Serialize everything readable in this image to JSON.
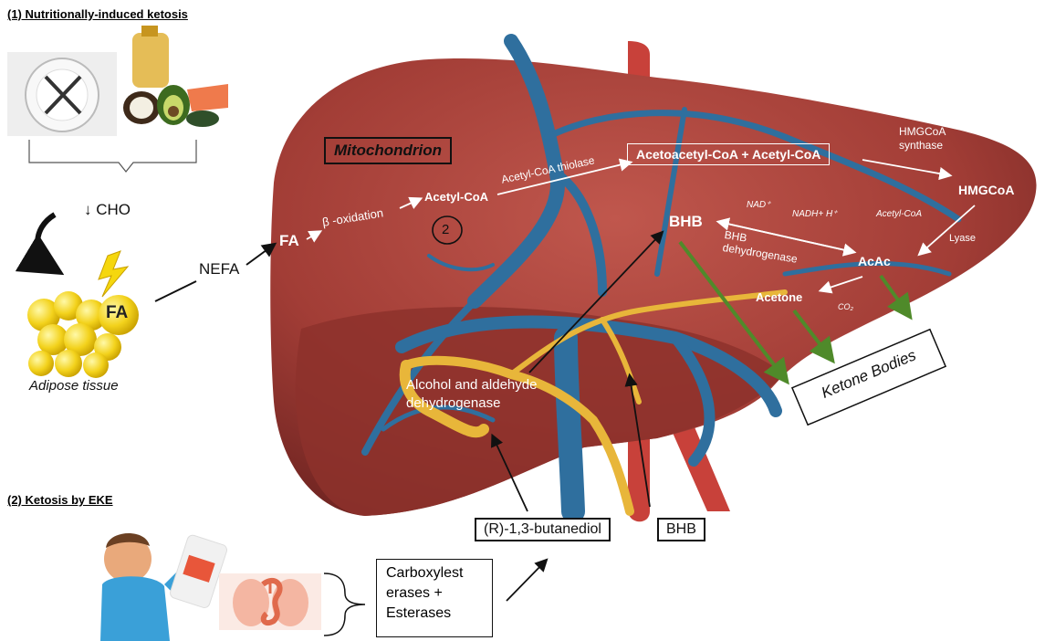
{
  "sections": {
    "nutritional_title": "(1) Nutritionally-induced ketosis",
    "eke_title": "(2) Ketosis by EKE"
  },
  "left": {
    "cho_label": "↓ CHO",
    "fa_label": "FA",
    "adipose_label": "Adipose tissue",
    "nefa_label": "NEFA"
  },
  "liver": {
    "mitochondrion": "Mitochondrion",
    "fa": "FA",
    "beta_oxidation": "β -oxidation",
    "acetyl_coa": "Acetyl-CoA",
    "marker_2": "2",
    "thiolase": "Acetyl-CoA thiolase",
    "acetoacetyl_box": "Acetoacetyl-CoA + Acetyl-CoA",
    "hmgcoa_synthase_1": "HMGCoA",
    "hmgcoa_synthase_2": "synthase",
    "hmgcoa": "HMGCoA",
    "acetyl_coa_small": "Acetyl-CoA",
    "lyase": "Lyase",
    "nad": "NAD⁺",
    "nadh": "NADH+ H⁺",
    "bhb": "BHB",
    "bhb_dh_1": "BHB",
    "bhb_dh_2": "dehydrogenase",
    "acac": "AcAc",
    "acetone": "Acetone",
    "co2": "CO₂",
    "alcohol_1": "Alcohol and aldehyde",
    "alcohol_2": "dehydrogenase"
  },
  "ketone_bodies": "Ketone Bodies",
  "bottom": {
    "butanediol": "(R)-1,3-butanediol",
    "bhb": "BHB",
    "carboxyl_1": "Carboxylest",
    "carboxyl_2": "erases +",
    "carboxyl_3": "Esterases"
  },
  "colors": {
    "liver": "#a8403a",
    "liver_dark": "#7e2a27",
    "vein": "#2f6f9e",
    "artery": "#c8413a",
    "bile": "#e8b63a",
    "green_arrow": "#4f8a2a"
  }
}
